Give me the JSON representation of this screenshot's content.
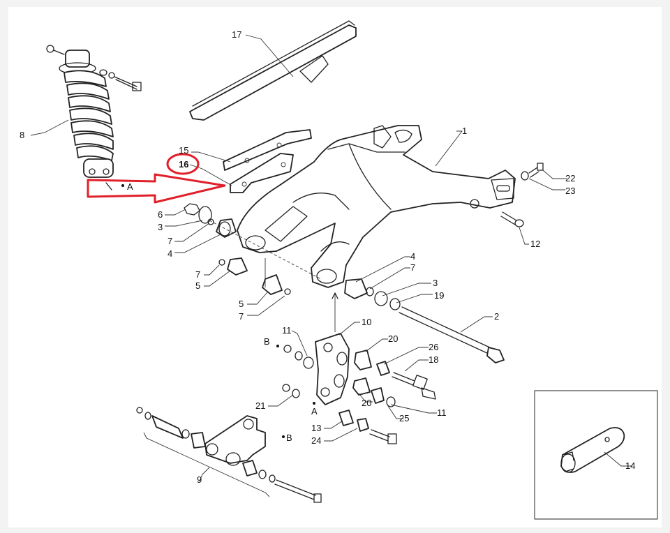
{
  "labels": {
    "p1": "1",
    "p2": "2",
    "p3a": "3",
    "p3b": "3",
    "p4a": "4",
    "p4b": "4",
    "p5a": "5",
    "p5b": "5",
    "p6": "6",
    "p7a": "7",
    "p7b": "7",
    "p7c": "7",
    "p7d": "7",
    "p8": "8",
    "p9": "9",
    "p10": "10",
    "p11a": "11",
    "p11b": "11",
    "p12": "12",
    "p13": "13",
    "p14": "14",
    "p15": "15",
    "p16": "16",
    "p17": "17",
    "p18": "18",
    "p19": "19",
    "p20a": "20",
    "p20b": "20",
    "p21": "21",
    "p22": "22",
    "p23": "23",
    "p24": "24",
    "p25": "25",
    "p26": "26",
    "refA1": "A",
    "refA2": "A",
    "refB1": "B",
    "refB2": "B"
  },
  "highlight": {
    "color": "#e0202a",
    "target": "16"
  }
}
